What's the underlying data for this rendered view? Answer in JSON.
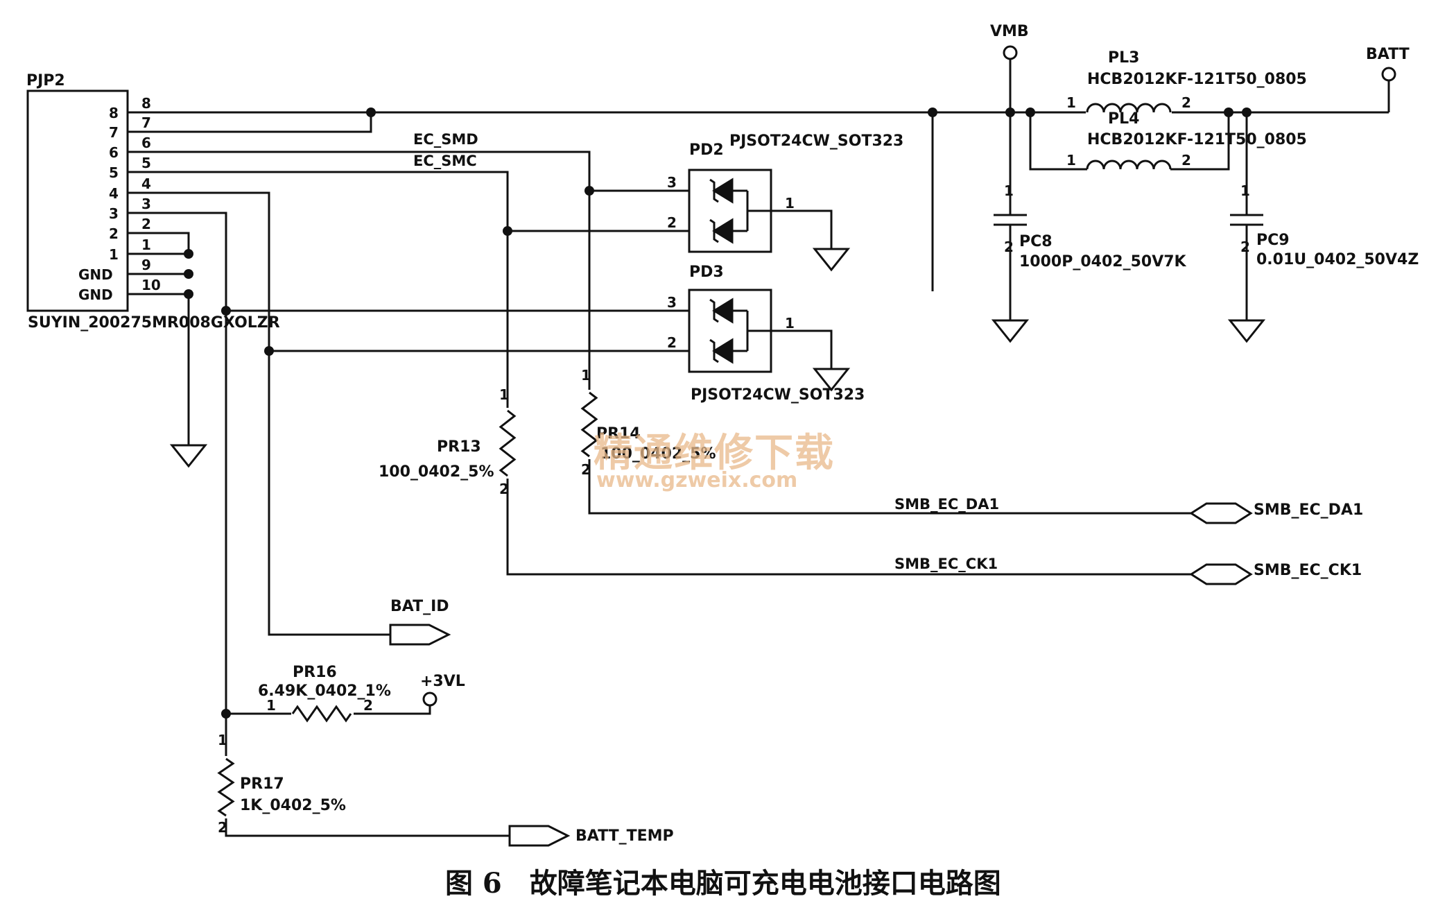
{
  "connector": {
    "ref": "PJP2",
    "part": "SUYIN_200275MR008GXOLZR",
    "inner_pins": [
      "8",
      "7",
      "6",
      "5",
      "4",
      "3",
      "2",
      "1",
      "GND",
      "GND"
    ],
    "outer_pins": [
      "8",
      "7",
      "6",
      "5",
      "4",
      "3",
      "2",
      "1",
      "9",
      "10"
    ]
  },
  "nets": {
    "ec_smd": "EC_SMD",
    "ec_smc": "EC_SMC",
    "vmb": "VMB",
    "batt": "BATT",
    "smb_da": "SMB_EC_DA1",
    "smb_ck": "SMB_EC_CK1",
    "bat_id": "BAT_ID",
    "batt_temp": "BATT_TEMP",
    "v3vl": "+3VL"
  },
  "components": {
    "pd2": {
      "ref": "PD2",
      "part": "PJSOT24CW_SOT323"
    },
    "pd3": {
      "ref": "PD3",
      "part": "PJSOT24CW_SOT323"
    },
    "pl3": {
      "ref": "PL3",
      "part": "HCB2012KF-121T50_0805"
    },
    "pl4": {
      "ref": "PL4",
      "part": "HCB2012KF-121T50_0805"
    },
    "pc8": {
      "ref": "PC8",
      "value": "1000P_0402_50V7K"
    },
    "pc9": {
      "ref": "PC9",
      "value": "0.01U_0402_50V4Z"
    },
    "pr13": {
      "ref": "PR13",
      "value": "100_0402_5%"
    },
    "pr14": {
      "ref": "PR14",
      "value": "100_0402_5%"
    },
    "pr16": {
      "ref": "PR16",
      "value": "6.49K_0402_1%"
    },
    "pr17": {
      "ref": "PR17",
      "value": "1K_0402_5%"
    }
  },
  "pin_numbers": {
    "one": "1",
    "two": "2",
    "three": "3"
  },
  "watermark": {
    "line1": "精通维修下载",
    "line2": "www.gzweix.com"
  },
  "caption": "图 6　故障笔记本电脑可充电电池接口电路图"
}
